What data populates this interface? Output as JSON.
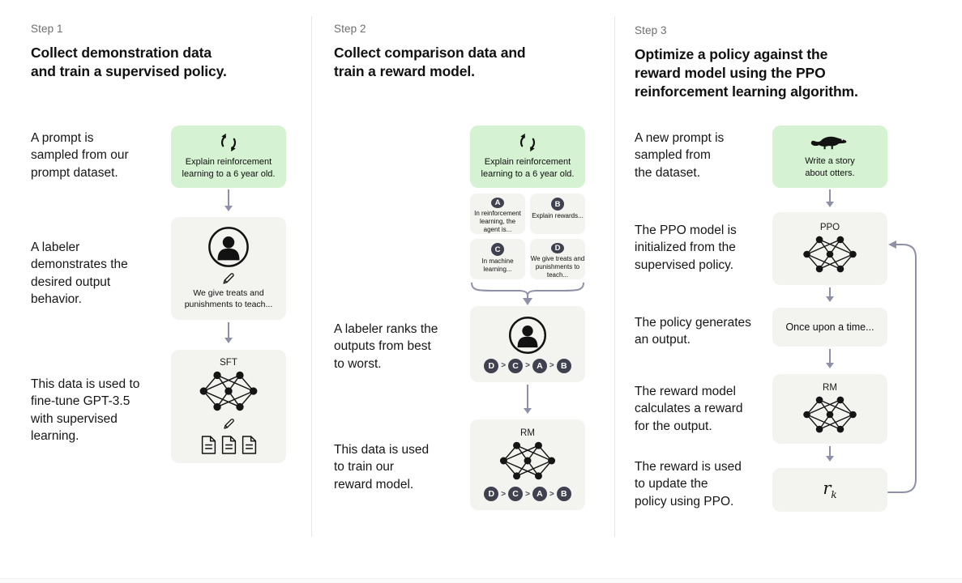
{
  "steps": [
    {
      "label": "Step 1",
      "title": "Collect demonstration data\nand train a supervised policy."
    },
    {
      "label": "Step 2",
      "title": "Collect comparison data and\ntrain a reward model."
    },
    {
      "label": "Step 3",
      "title": "Optimize a policy against the\nreward model using the PPO\nreinforcement learning algorithm."
    }
  ],
  "step1": {
    "side_texts": [
      "A prompt is\nsampled from our\nprompt dataset.",
      "A labeler\ndemonstrates the\ndesired output\nbehavior.",
      "This data is used to\nfine-tune GPT-3.5\nwith supervised\nlearning."
    ],
    "prompt": "Explain reinforcement\nlearning to a 6 year old.",
    "labeler_note": "We give treats and\npunishments to teach...",
    "model_label": "SFT"
  },
  "step2": {
    "side_texts": [
      "A labeler ranks the\noutputs from best\nto worst.",
      "This data is used\nto train our\nreward model."
    ],
    "prompt": "Explain reinforcement\nlearning to a 6 year old.",
    "outputs": [
      {
        "key": "A",
        "text": "In reinforcement\nlearning, the\nagent is..."
      },
      {
        "key": "B",
        "text": "Explain rewards..."
      },
      {
        "key": "C",
        "text": "In machine\nlearning..."
      },
      {
        "key": "D",
        "text": "We give treats and\npunishments to\nteach..."
      }
    ],
    "rank": {
      "r0": "D",
      "r1": "C",
      "r2": "A",
      "r3": "B",
      "sep": ">"
    },
    "model_label": "RM"
  },
  "step3": {
    "side_texts": [
      "A new prompt is\nsampled from\nthe dataset.",
      "The PPO model is\ninitialized from the\nsupervised policy.",
      "The policy generates\nan output.",
      "The reward model\ncalculates a reward\nfor the output.",
      "The reward is used\nto update the\npolicy using PPO."
    ],
    "prompt": "Write a story\nabout otters.",
    "ppo_label": "PPO",
    "output_text": "Once upon a time...",
    "rm_label": "RM",
    "reward": {
      "base": "r",
      "sub": "k"
    }
  },
  "colors": {
    "green_box": "#d5f2d2",
    "gray_box": "#f3f3f0",
    "arrow": "#8e90a7",
    "badge": "#40414f",
    "step_label": "#6e6e6e"
  }
}
